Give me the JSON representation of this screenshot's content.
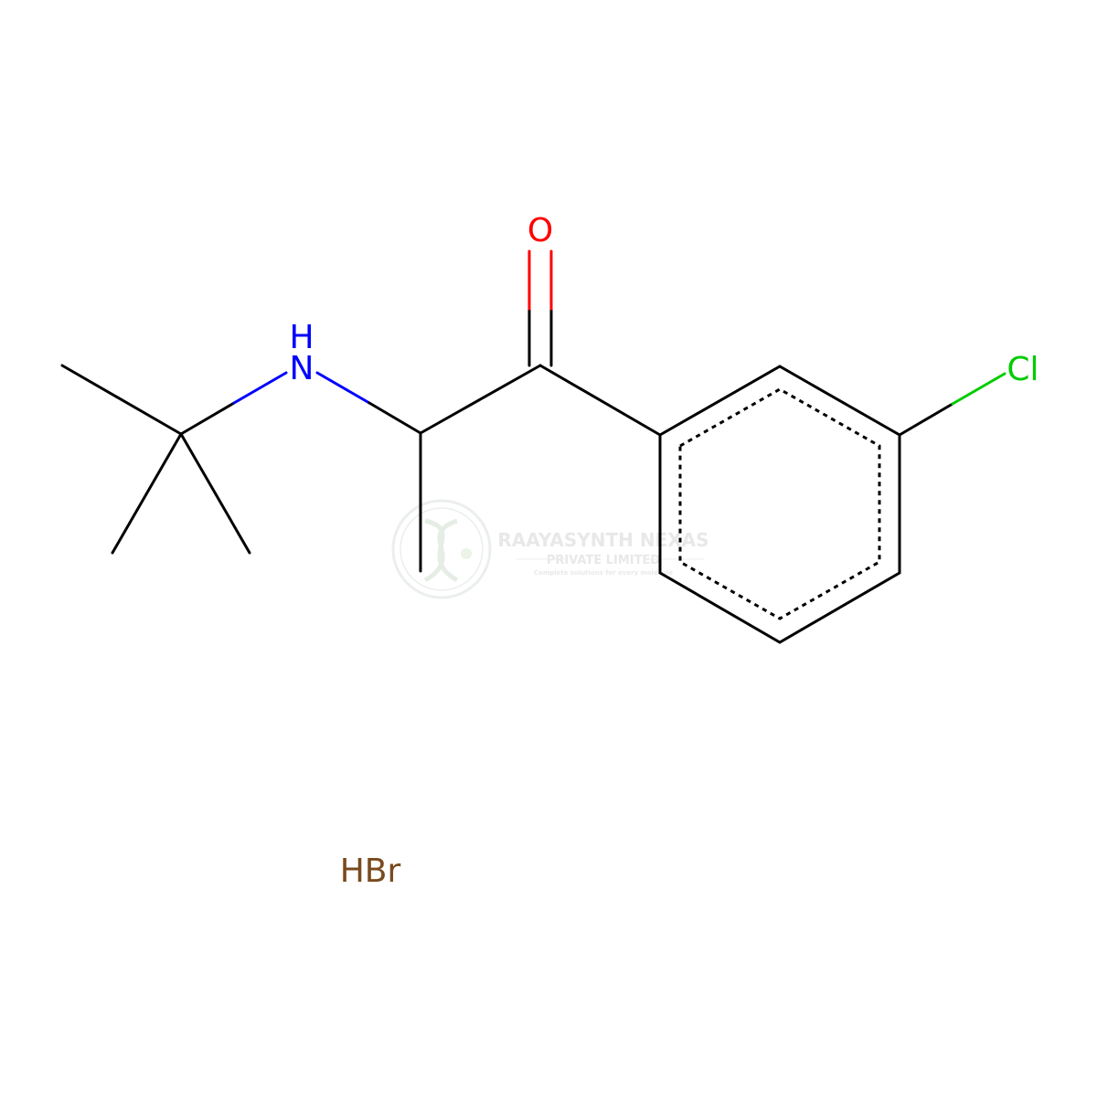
{
  "molecule": {
    "atoms": {
      "oxygen": "O",
      "nitrogen": "N",
      "nitrogen_h": "H",
      "chlorine": "Cl"
    },
    "salt": "HBr",
    "colors": {
      "bond": "#000000",
      "oxygen": "#FF0000",
      "nitrogen": "#0000FF",
      "chlorine": "#00CC00",
      "bromide": "#7A4A1E"
    }
  },
  "watermark": {
    "company": "RAAYASYNTH NEXAS",
    "subtitle": "PRIVATE LIMITED",
    "tagline": "Complete solutions for every molecule"
  }
}
